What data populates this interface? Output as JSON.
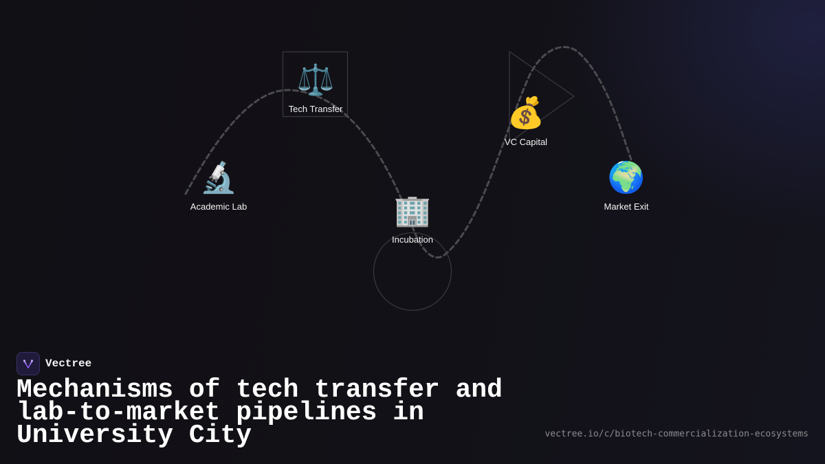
{
  "diagram": {
    "nodes": [
      {
        "id": "lab",
        "icon": "microscope",
        "glyph": "🔬",
        "label": "Academic Lab"
      },
      {
        "id": "tech",
        "icon": "balance-scale",
        "glyph": "⚖️",
        "label": "Tech Transfer"
      },
      {
        "id": "incubation",
        "icon": "office-building",
        "glyph": "🏢",
        "label": "Incubation"
      },
      {
        "id": "vc",
        "icon": "money-bag",
        "glyph": "💰",
        "label": "VC Capital"
      },
      {
        "id": "exit",
        "icon": "globe",
        "glyph": "🌍",
        "label": "Market Exit"
      }
    ],
    "path_style": "dashed",
    "colors": {
      "path": "#4a4a4f",
      "outline": "#3a3a3f",
      "background": "#111015"
    }
  },
  "brand": {
    "name": "Vectree",
    "logo_color": "#8b5cf6"
  },
  "title": "Mechanisms of tech transfer and lab-to-market pipelines in University City",
  "url": "vectree.io/c/biotech-commercialization-ecosystems"
}
